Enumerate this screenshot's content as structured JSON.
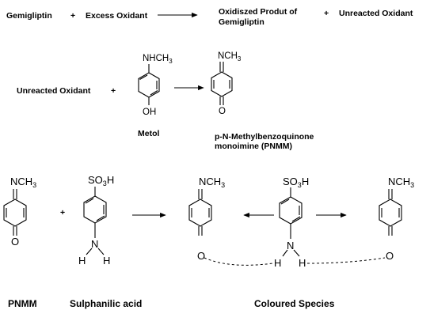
{
  "reaction1": {
    "reactant1": "Gemigliptin",
    "plus1": "+",
    "reactant2": "Excess Oxidant",
    "product_line1": "Oxidiszed Produt of",
    "product_line2": "Gemigliptin",
    "plus2": "+",
    "product2": "Unreacted Oxidant"
  },
  "reaction2": {
    "reactant": "Unreacted Oxidant",
    "plus": "+",
    "metol_name": "Metol",
    "pnmm_name_line1": "p-N-Methylbenzoquinone",
    "pnmm_name_line2": "monoimine (PNMM)"
  },
  "reaction3": {
    "plus": "+",
    "pnmm_label": "PNMM",
    "sulphanilic_label": "Sulphanilic acid",
    "product_label": "Coloured Species"
  },
  "atoms": {
    "nhch3_n": "NHCH",
    "n_ch": "NCH",
    "sub3": "3",
    "oh": "OH",
    "o": "O",
    "so": "SO",
    "h": "H",
    "n": "N"
  }
}
